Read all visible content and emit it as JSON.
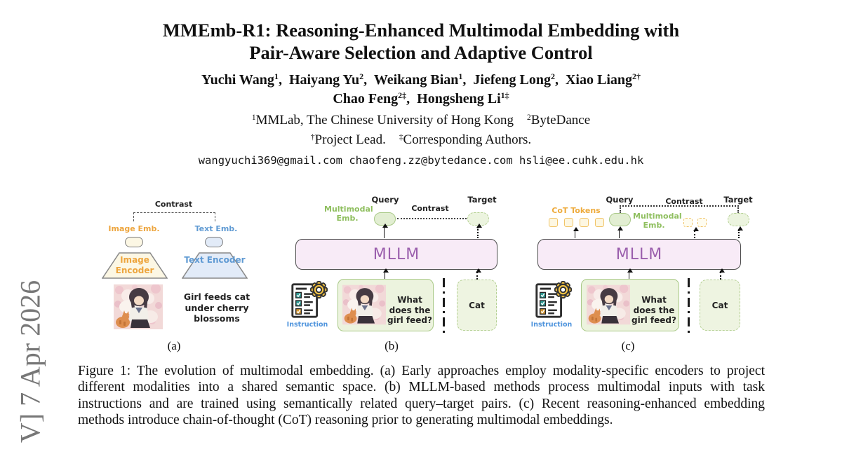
{
  "watermark": {
    "text": "V] 7 Apr 2026",
    "color": "#777777"
  },
  "header": {
    "title_line1": "MMEmb-R1: Reasoning-Enhanced Multimodal Embedding with",
    "title_line2": "Pair-Aware Selection and Adaptive Control",
    "authors_line1": [
      {
        "pre": "Yuchi Wang",
        "sup": "1",
        "post": "",
        "sep": ",  "
      },
      {
        "pre": "Haiyang Yu",
        "sup": "2",
        "post": "",
        "sep": ",  "
      },
      {
        "pre": "Weikang Bian",
        "sup": "1",
        "post": "",
        "sep": ",  "
      },
      {
        "pre": "Jiefeng Long",
        "sup": "2",
        "post": "",
        "sep": ",  "
      },
      {
        "pre": "Xiao Liang",
        "sup": "2†",
        "post": "",
        "sep": ""
      }
    ],
    "authors_line2": [
      {
        "pre": "Chao Feng",
        "sup": "2‡",
        "post": "",
        "sep": ",  "
      },
      {
        "pre": "Hongsheng Li",
        "sup": "1‡",
        "post": "",
        "sep": ""
      }
    ],
    "affiliations": [
      {
        "pre": "",
        "sup": "1",
        "post": "MMLab, The Chinese University of Hong Kong",
        "sep": "    "
      },
      {
        "pre": "",
        "sup": "2",
        "post": "ByteDance",
        "sep": ""
      }
    ],
    "notes": [
      {
        "pre": "",
        "sup": "†",
        "post": "Project Lead.",
        "sep": "    "
      },
      {
        "pre": "",
        "sup": "‡",
        "post": "Corresponding Authors.",
        "sep": ""
      }
    ],
    "emails": "wangyuchi369@gmail.com chaofeng.zz@bytedance.com hsli@ee.cuhk.edu.hk"
  },
  "figure": {
    "panel_a": {
      "contrast": "Contrast",
      "image_emb_label": "Image Emb.",
      "text_emb_label": "Text Emb.",
      "image_encoder": "Image Encoder",
      "text_encoder": "Text Encoder",
      "caption_text": "Girl feeds cat under cherry blossoms",
      "label": "(a)"
    },
    "panel_b": {
      "multimodal_emb": "Multimodal Emb.",
      "query": "Query",
      "target": "Target",
      "contrast": "Contrast",
      "mllm": "MLLM",
      "instruction": "Instruction",
      "question": "What does the girl feed?",
      "cat": "Cat",
      "label": "(b)"
    },
    "panel_c": {
      "cot_tokens": "CoT Tokens",
      "query": "Query",
      "target": "Target",
      "contrast": "Contrast",
      "multimodal_emb": "Multimodal Emb.",
      "mllm": "MLLM",
      "instruction": "Instruction",
      "question": "What does the girl feed?",
      "cat": "Cat",
      "label": "(c)"
    },
    "colors": {
      "orange_label": "#eda53e",
      "blue_label": "#5f9ad3",
      "green_label": "#8fbf5f",
      "cot_orange": "#eeab3c",
      "instruction_blue": "#4f94dd",
      "cream_fill": "#fcf7e4",
      "blue_fill": "#e2ebf8",
      "green_fill": "#e2eed2",
      "green_border": "#a9c987",
      "mllm_fill": "#f8ebf7",
      "mllm_text": "#9b5fad"
    }
  },
  "caption": {
    "text": "Figure 1: The evolution of multimodal embedding. (a) Early approaches employ modality-specific encoders to project different modalities into a shared semantic space. (b) MLLM-based methods process multimodal inputs with task instructions and are trained using semantically related query–target pairs. (c) Recent reasoning-enhanced embedding methods introduce chain-of-thought (CoT) reasoning prior to generating multimodal embeddings."
  }
}
